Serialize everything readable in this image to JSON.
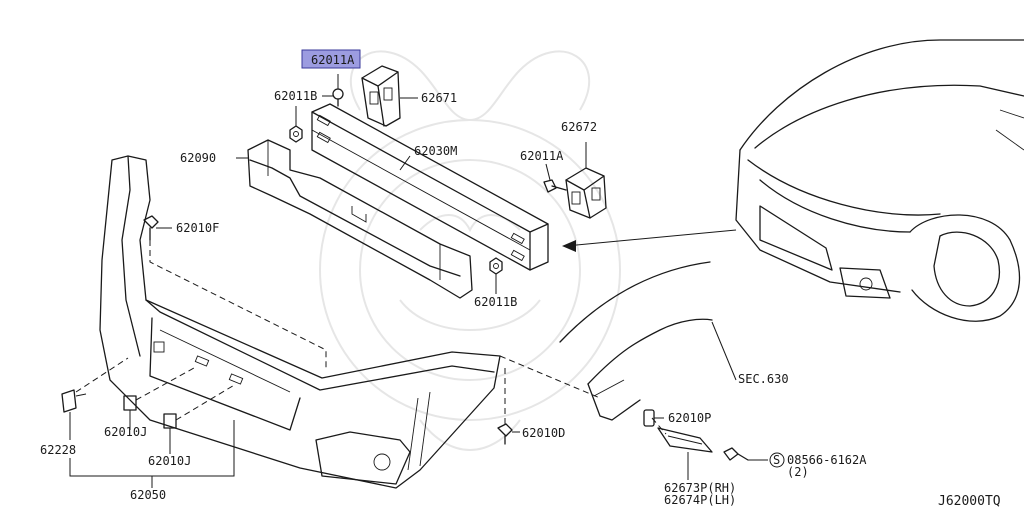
{
  "diagram": {
    "highlight_color": "#9c9ce0",
    "code": "J62000TQ",
    "labels": {
      "p62011A_top": "62011A",
      "p62011B_top": "62011B",
      "p62671": "62671",
      "p62672": "62672",
      "p62090": "62090",
      "p62030M": "62030M",
      "p62011A_right": "62011A",
      "p62010F": "62010F",
      "p62011B_bottom": "62011B",
      "sec630": "SEC.630",
      "p62010P": "62010P",
      "p62010D": "62010D",
      "p62228": "62228",
      "p62010J_a": "62010J",
      "p62010J_b": "62010J",
      "p62050": "62050",
      "bolt_s_mark": "S",
      "bolt_number": "08566-6162A",
      "bolt_qty": "(2)",
      "p62673P": "62673P(RH)",
      "p62674P": "62674P(LH)"
    }
  }
}
